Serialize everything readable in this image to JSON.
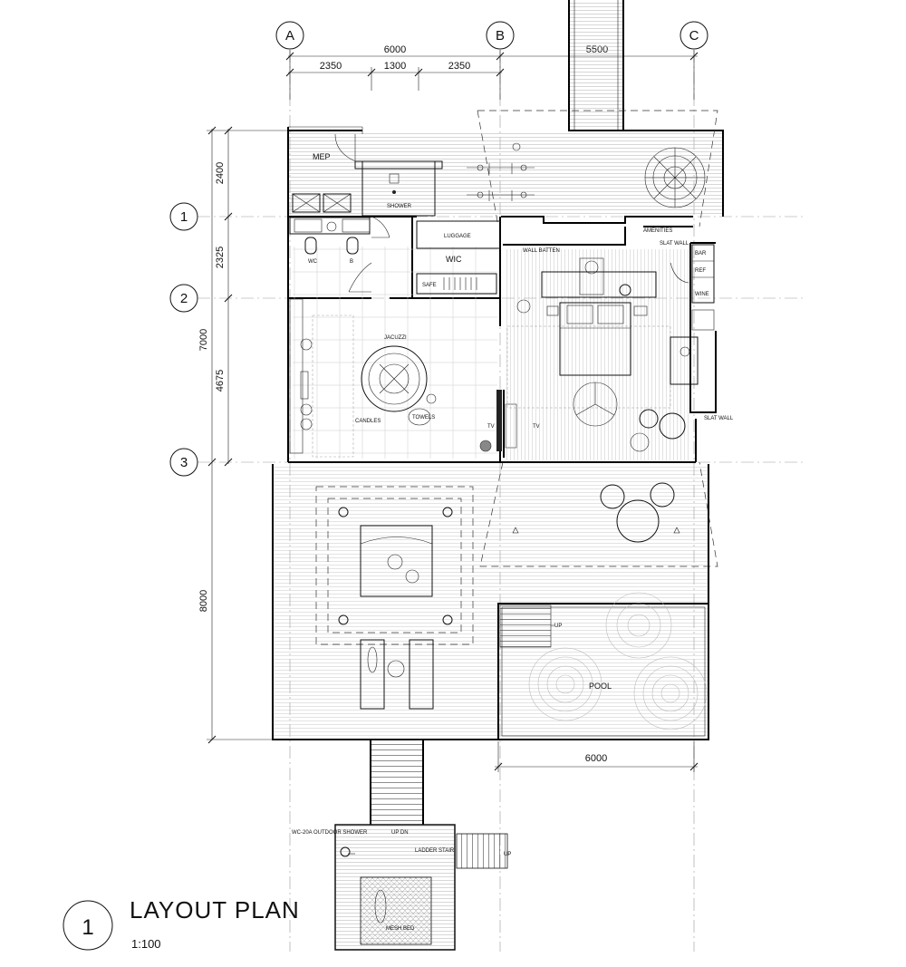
{
  "grid": {
    "columns": [
      "A",
      "B",
      "C"
    ],
    "rows": [
      "1",
      "2",
      "3"
    ]
  },
  "dimensions": {
    "top_total": "6000",
    "top_right": "5500",
    "top_parts": [
      "2350",
      "1300",
      "2350"
    ],
    "left_2400": "2400",
    "left_2325": "2325",
    "left_7000": "7000",
    "left_4675": "4675",
    "left_8000": "8000",
    "pool_width": "6000"
  },
  "rooms": {
    "mep": "MEP",
    "shower": "SHOWER",
    "wic": "WIC",
    "luggage": "LUGGAGE",
    "jacuzzi": "JACUZZI",
    "candles": "CANDLES",
    "towels": "TOWELS",
    "wc": "WC",
    "b": "B",
    "tv1": "TV",
    "tv2": "TV",
    "safe": "SAFE",
    "wall_batten": "WALL BATTEN",
    "amenities": "AMENITIES",
    "slat_wall_top": "SLAT WALL",
    "bar": "BAR",
    "ref": "REF",
    "wine": "WINE",
    "slat_wall_right": "SLAT WALL",
    "pool": "POOL",
    "up_pool": "UP",
    "up_dn": "UP DN",
    "ladder_stair": "LADDER STAIR",
    "up_ladder": "UP",
    "outdoor_shower": "WC-20A OUTDOOR SHOWER",
    "mesh_bed": "MESH BED"
  },
  "title": {
    "number": "1",
    "name": "LAYOUT PLAN",
    "scale": "1:100"
  }
}
